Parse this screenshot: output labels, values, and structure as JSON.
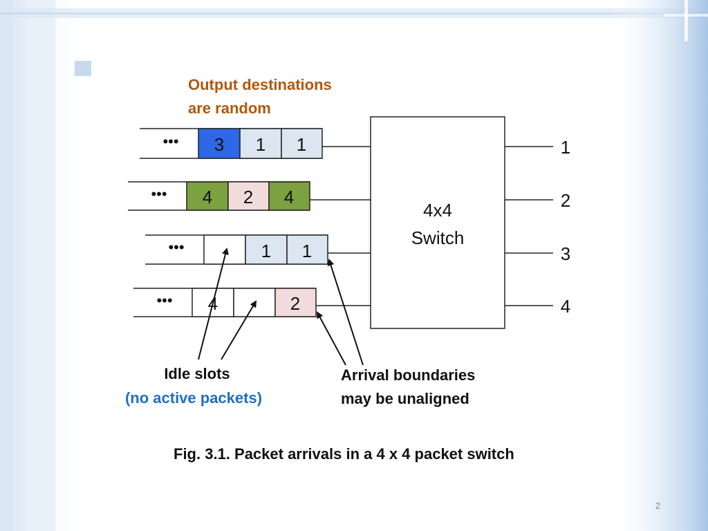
{
  "annotation_top": [
    "Output destinations",
    "are random"
  ],
  "ellipsis": "•••",
  "queues": [
    {
      "cells": [
        {
          "label": "3",
          "fill": "#2f68e6"
        },
        {
          "label": "1",
          "fill": "#dce6f1"
        },
        {
          "label": "1",
          "fill": "#dce6f1"
        }
      ]
    },
    {
      "cells": [
        {
          "label": "4",
          "fill": "#7ba141"
        },
        {
          "label": "2",
          "fill": "#f2dcdb"
        },
        {
          "label": "4",
          "fill": "#7ba141"
        }
      ]
    },
    {
      "cells": [
        {
          "label": "",
          "fill": "#ffffff"
        },
        {
          "label": "1",
          "fill": "#dce6f1"
        },
        {
          "label": "1",
          "fill": "#dce6f1"
        }
      ]
    },
    {
      "cells": [
        {
          "label": "4",
          "fill": "#ffffff"
        },
        {
          "label": "",
          "fill": "#ffffff"
        },
        {
          "label": "2",
          "fill": "#f2dcdb"
        }
      ]
    }
  ],
  "switch_label": [
    "4x4",
    "Switch"
  ],
  "outputs": [
    "1",
    "2",
    "3",
    "4"
  ],
  "idle_label": "Idle slots",
  "idle_sublabel": "(no active packets)",
  "arrival_label": [
    "Arrival boundaries",
    "may be unaligned"
  ],
  "caption": "Fig. 3.1. Packet arrivals in a 4 x 4 packet switch",
  "slide_number": "2",
  "colors": {
    "annotation": "#b0570e",
    "idle_sub": "#1f6fc0"
  }
}
